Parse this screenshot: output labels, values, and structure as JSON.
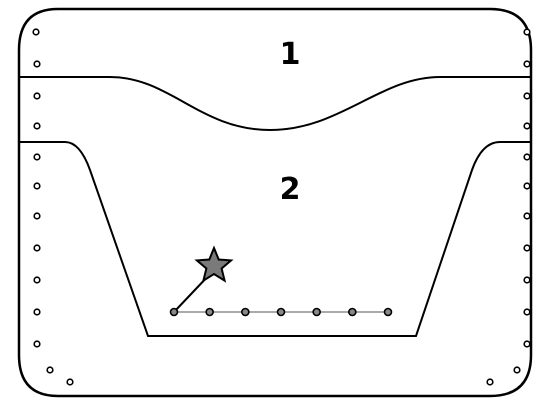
{
  "zones": [
    {
      "label": "1"
    },
    {
      "label": "2"
    }
  ],
  "colors": {
    "outline": "#000000",
    "rope": "#aaaaaa",
    "peg_fill": "#888888",
    "star_fill": "#7a7a7a",
    "bolt_fill": "#ffffff"
  },
  "rope": {
    "peg_count": 7
  },
  "icons": {
    "star": "star-icon",
    "bolt": "bolt-icon",
    "peg": "peg-icon"
  }
}
